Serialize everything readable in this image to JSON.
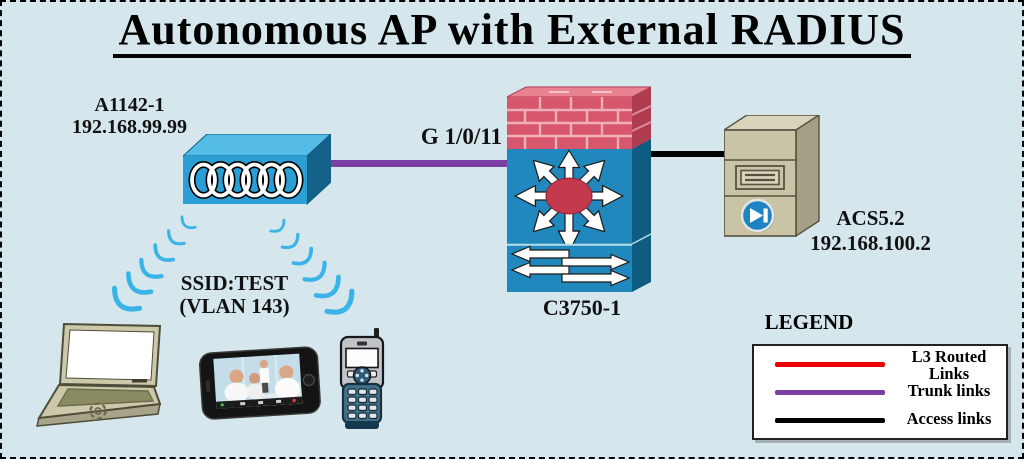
{
  "title": "Autonomous AP with External RADIUS",
  "devices": {
    "ap": {
      "name": "A1142-1",
      "ip": "192.168.99.99"
    },
    "switch": {
      "name": "C3750-1"
    },
    "server": {
      "name": "ACS5.2",
      "ip": "192.168.100.2"
    }
  },
  "links": {
    "trunk_label": "G 1/0/11",
    "trunk_color": "#7b3fa1",
    "access_color": "#000000"
  },
  "wireless": {
    "ssid": "SSID:TEST",
    "vlan": "(VLAN 143)",
    "wave_color": "#3ab3e8"
  },
  "legend": {
    "heading": "LEGEND",
    "items": [
      {
        "label": "L3 Routed Links",
        "color": "#ee0000"
      },
      {
        "label": "Trunk links",
        "color": "#7b3fa1"
      },
      {
        "label": "Access links",
        "color": "#000000"
      }
    ]
  },
  "colors": {
    "background": "#d5e6ec",
    "ap_front": "#2b9fd4",
    "firewall_brick": "#d7566b",
    "switch_blue": "#2088bd",
    "server_beige": "#cac4a7"
  }
}
